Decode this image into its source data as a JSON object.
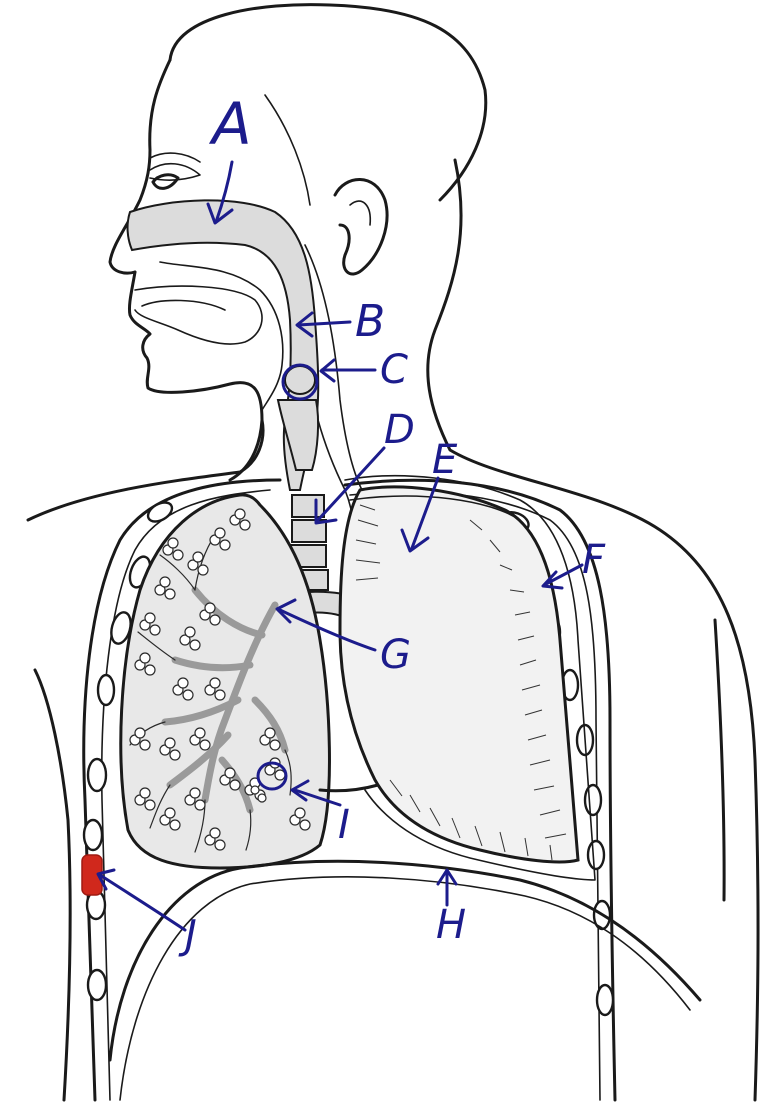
{
  "labels": {
    "A": "A",
    "B": "B",
    "C": "C",
    "D": "D",
    "E": "E",
    "F": "F",
    "G": "G",
    "H": "H",
    "I": "I",
    "J": "J"
  },
  "colors": {
    "ink": "#1c1c8c",
    "outline": "#1a1a1a",
    "airway_fill": "#dcdcdc",
    "marker_J": "#d0281c"
  }
}
